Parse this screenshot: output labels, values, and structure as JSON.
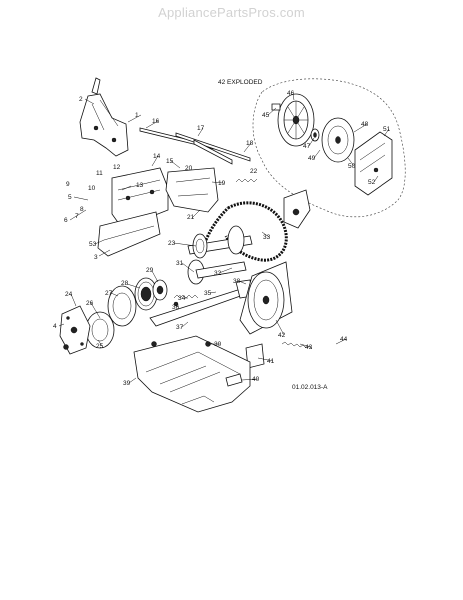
{
  "watermark": "AppliancePartsPros.com",
  "diagram": {
    "exploded_label": "42 EXPLODED",
    "drawing_code": "01.02.013-A",
    "callouts": [
      "1",
      "2",
      "3",
      "4",
      "5",
      "6",
      "7",
      "8",
      "9",
      "10",
      "11",
      "12",
      "13",
      "14",
      "15",
      "16",
      "17",
      "18",
      "19",
      "20",
      "21",
      "22",
      "23",
      "24",
      "25",
      "26",
      "27",
      "28",
      "29",
      "30",
      "31",
      "32",
      "33",
      "34",
      "35",
      "36",
      "37",
      "38",
      "39",
      "40",
      "41",
      "42",
      "43",
      "44",
      "45",
      "46",
      "47",
      "48",
      "49",
      "50",
      "51",
      "52",
      "53"
    ]
  }
}
